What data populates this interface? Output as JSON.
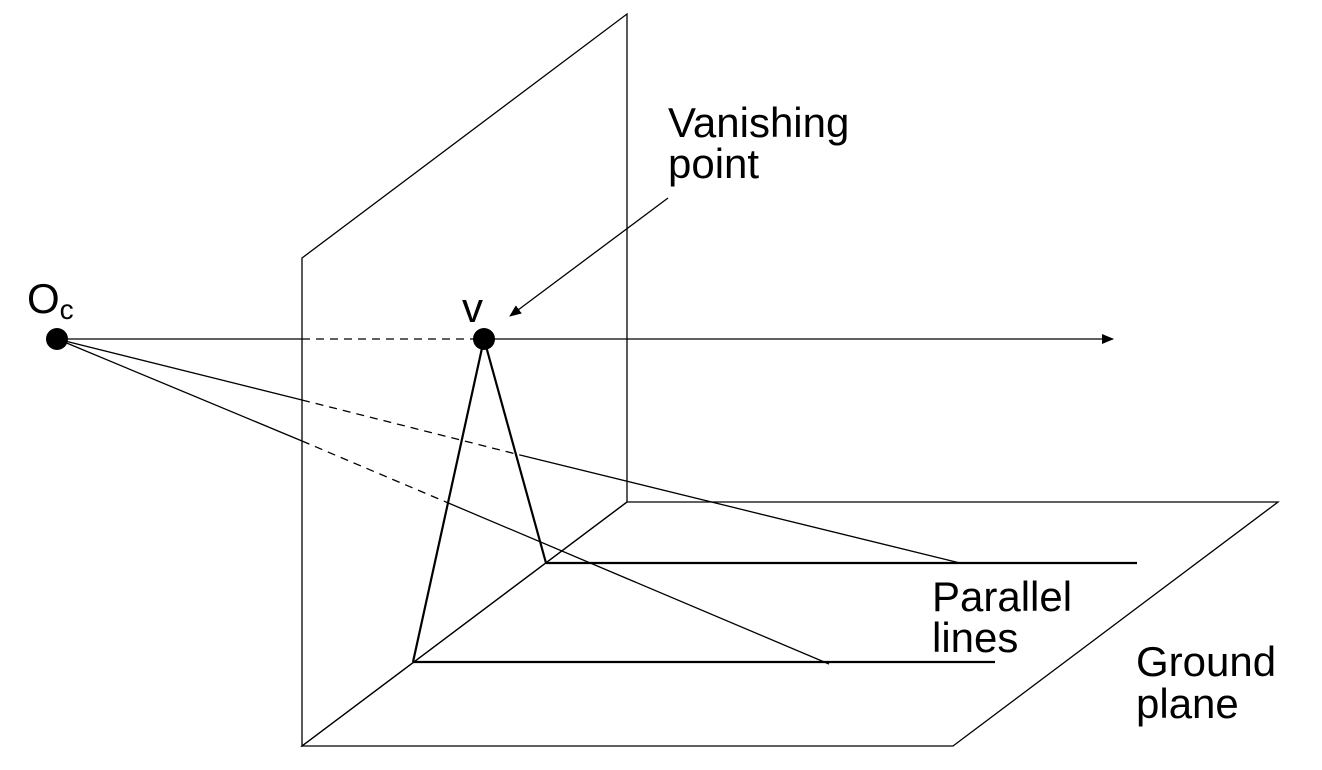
{
  "labels": {
    "camera_center_main": "O",
    "camera_center_sub": "c",
    "vanishing_point_marker": "v",
    "vanishing_point_line1": "Vanishing",
    "vanishing_point_line2": "point",
    "parallel_lines_line1": "Parallel",
    "parallel_lines_line2": "lines",
    "ground_plane_line1": "Ground",
    "ground_plane_line2": "plane"
  }
}
